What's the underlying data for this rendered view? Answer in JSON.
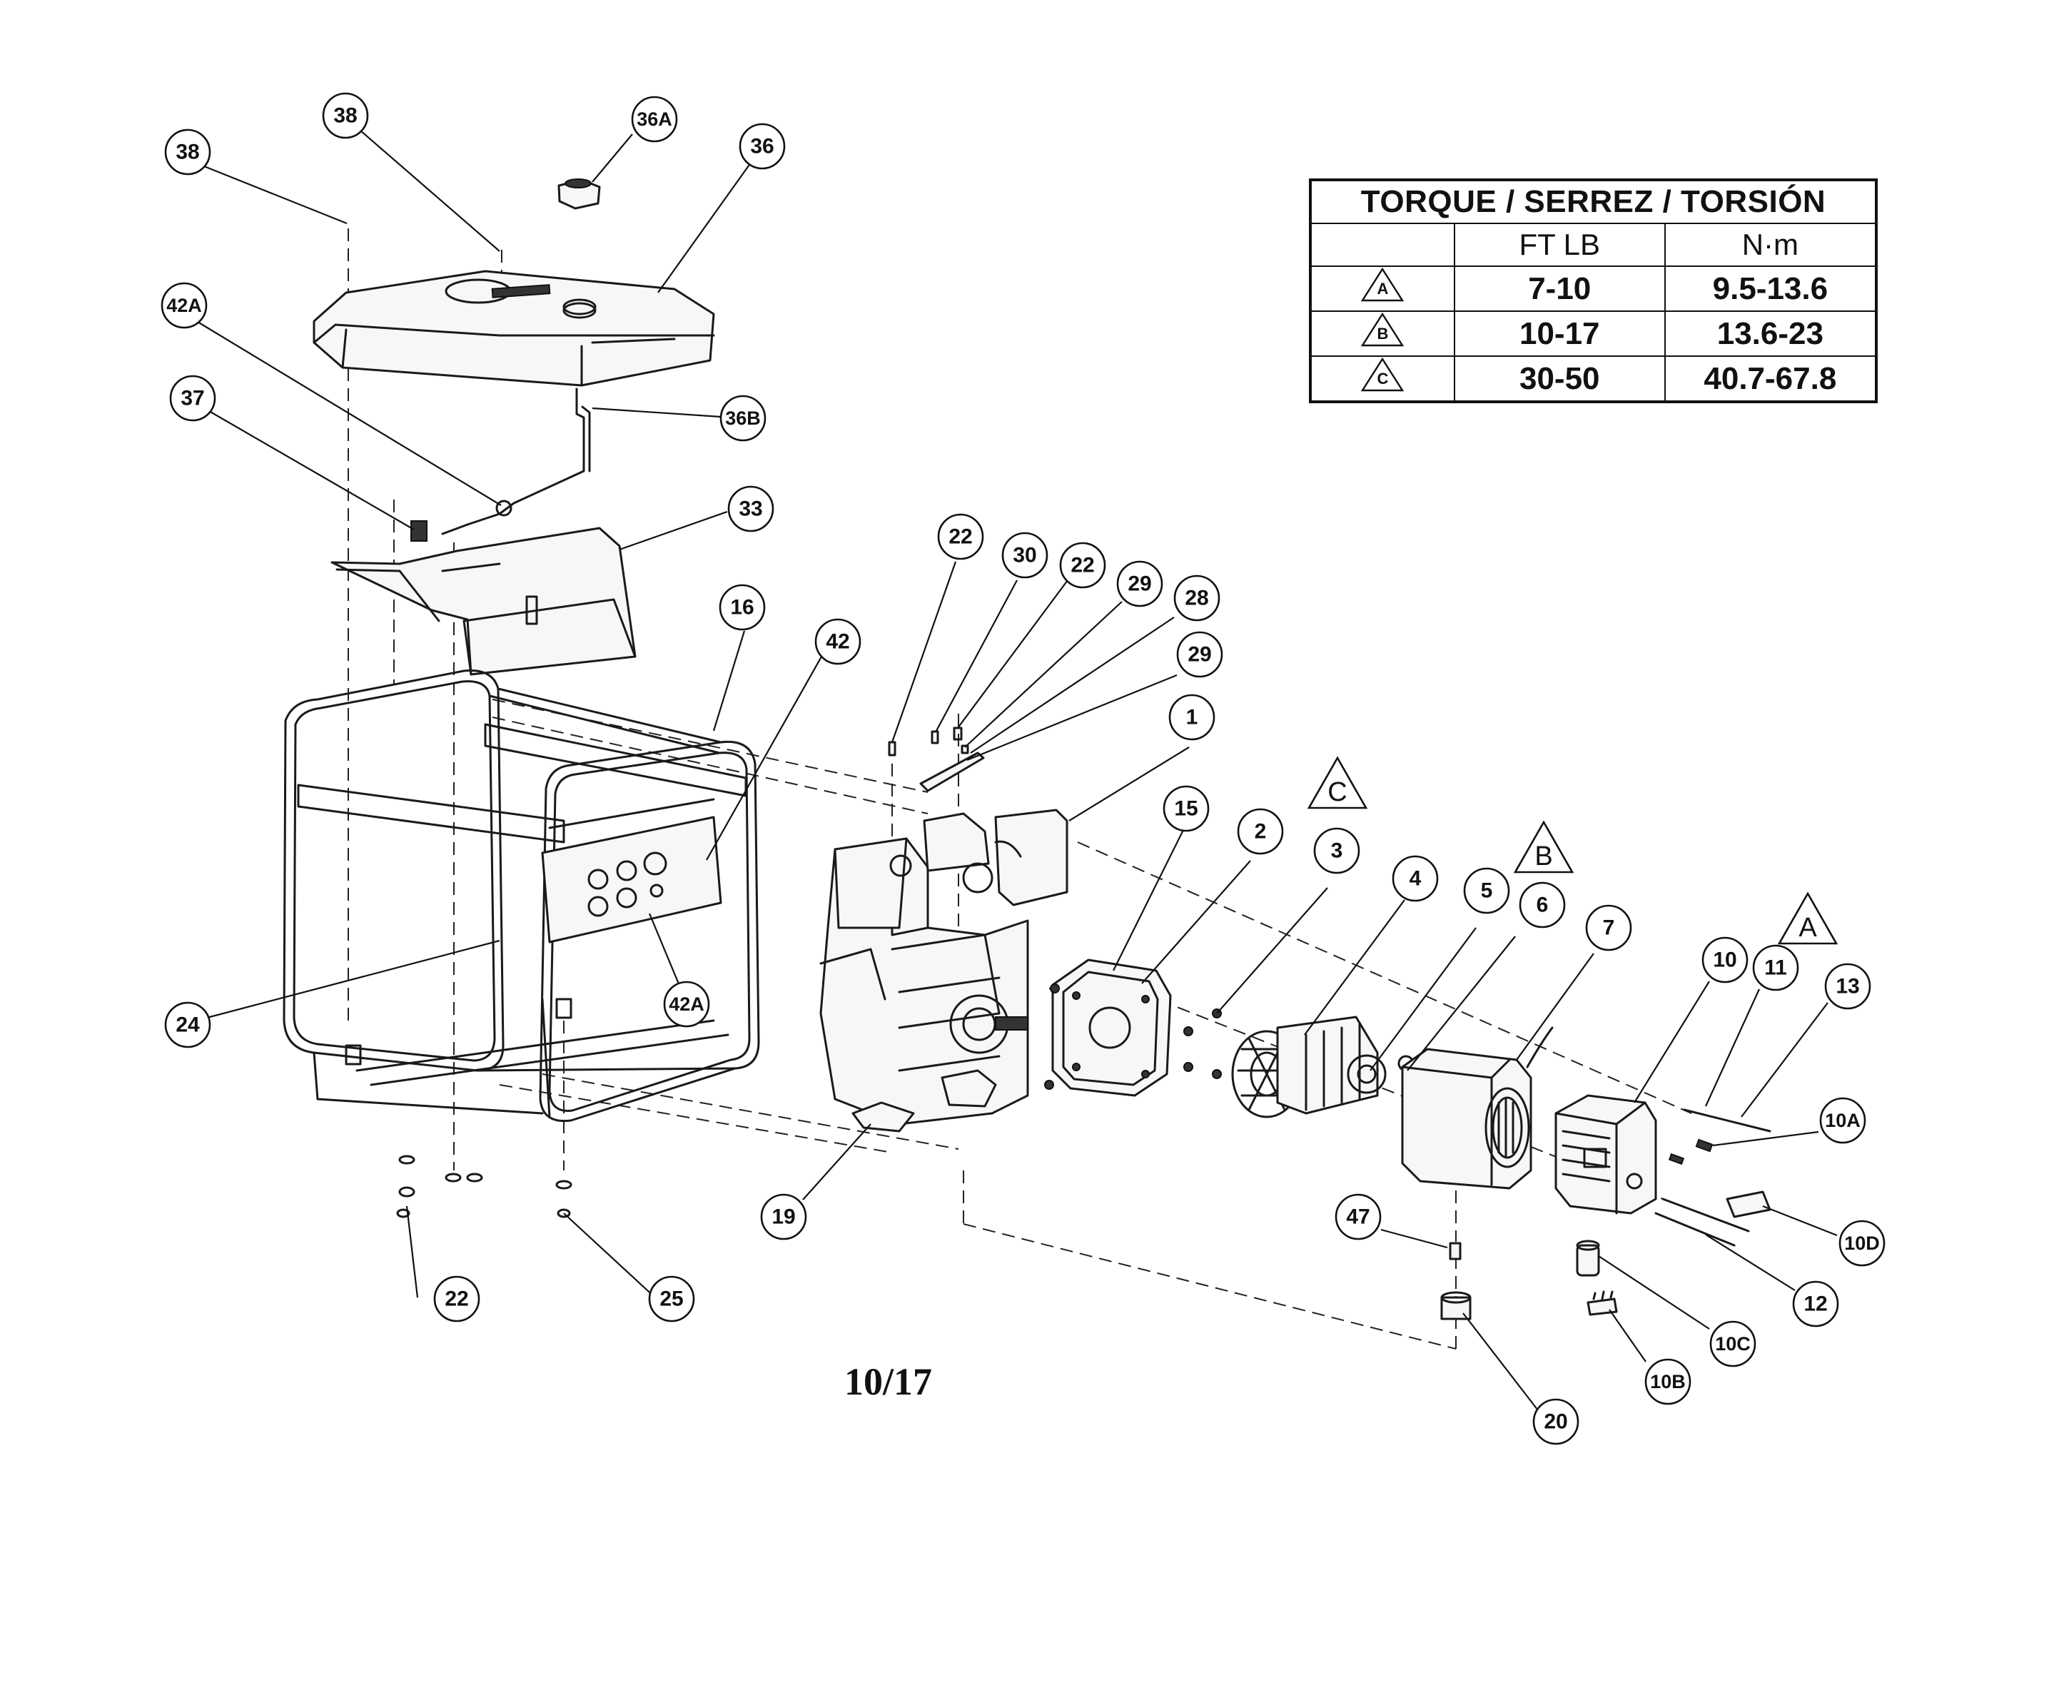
{
  "torque_table": {
    "title": "TORQUE / SERREZ / TORSIÓN",
    "columns": [
      "",
      "FT LB",
      "N·m"
    ],
    "rows": [
      {
        "symbol": "A",
        "ft_lb": "7-10",
        "nm": "9.5-13.6"
      },
      {
        "symbol": "B",
        "ft_lb": "10-17",
        "nm": "13.6-23"
      },
      {
        "symbol": "C",
        "ft_lb": "30-50",
        "nm": "40.7-67.8"
      }
    ]
  },
  "page_number": "10/17",
  "callouts": {
    "c38a": "38",
    "c38b": "38",
    "c36a": "36A",
    "c36": "36",
    "c42a_top": "42A",
    "c37": "37",
    "c36b": "36B",
    "c33": "33",
    "c16": "16",
    "c42": "42",
    "c22_top": "22",
    "c30": "30",
    "c22_mid": "22",
    "c29a": "29",
    "c28": "28",
    "c29b": "29",
    "c1": "1",
    "c15": "15",
    "c2": "2",
    "c3": "3",
    "c4": "4",
    "c5": "5",
    "c6": "6",
    "c7": "7",
    "c10": "10",
    "c11": "11",
    "c13": "13",
    "c10a": "10A",
    "c10d": "10D",
    "c12": "12",
    "c10c": "10C",
    "c10b": "10B",
    "c20": "20",
    "c47": "47",
    "c19": "19",
    "c22_bot": "22",
    "c25": "25",
    "c24": "24",
    "c42a_panel": "42A"
  },
  "torque_markers": {
    "c_marker": "C",
    "b_marker": "B",
    "a_marker": "A"
  }
}
